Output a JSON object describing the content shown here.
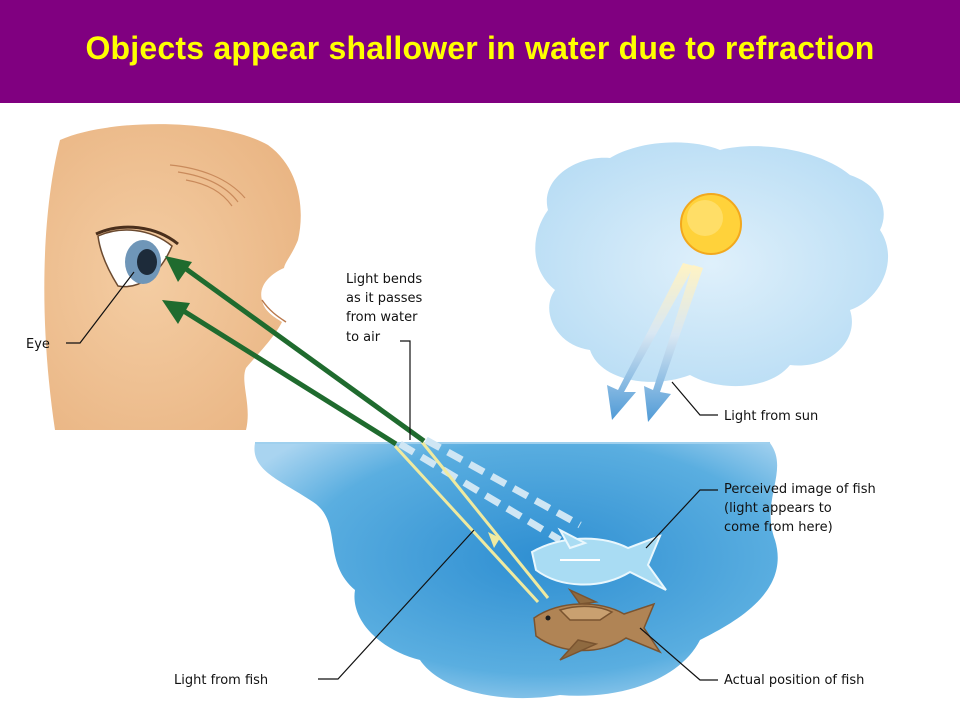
{
  "title": "Objects appear shallower in water due to refraction",
  "colors": {
    "banner_bg": "#800080",
    "title_text": "#ffff00",
    "skin": "#f1c598",
    "water": "#4fa2d9",
    "sky_cloud": "#cfe7f7",
    "sun": "#ffd23a",
    "ray_green": "#1f6b2e",
    "ray_yellow": "#f5f0a8",
    "fish_brown": "#b08455",
    "fish_ghost": "#a9dcf3"
  },
  "labels": {
    "eye": "Eye",
    "light_bends": [
      "Light bends",
      "as it passes",
      "from water",
      "to air"
    ],
    "light_from_sun": "Light from sun",
    "perceived_image": [
      "Perceived image of fish",
      "(light appears to",
      "come from here)"
    ],
    "light_from_fish": "Light from fish",
    "actual_position": "Actual position of fish"
  },
  "icons": {
    "eye": "eye-icon",
    "sun": "sun-icon",
    "fish": "fish-icon",
    "ghost_fish": "fish-outline-icon"
  }
}
